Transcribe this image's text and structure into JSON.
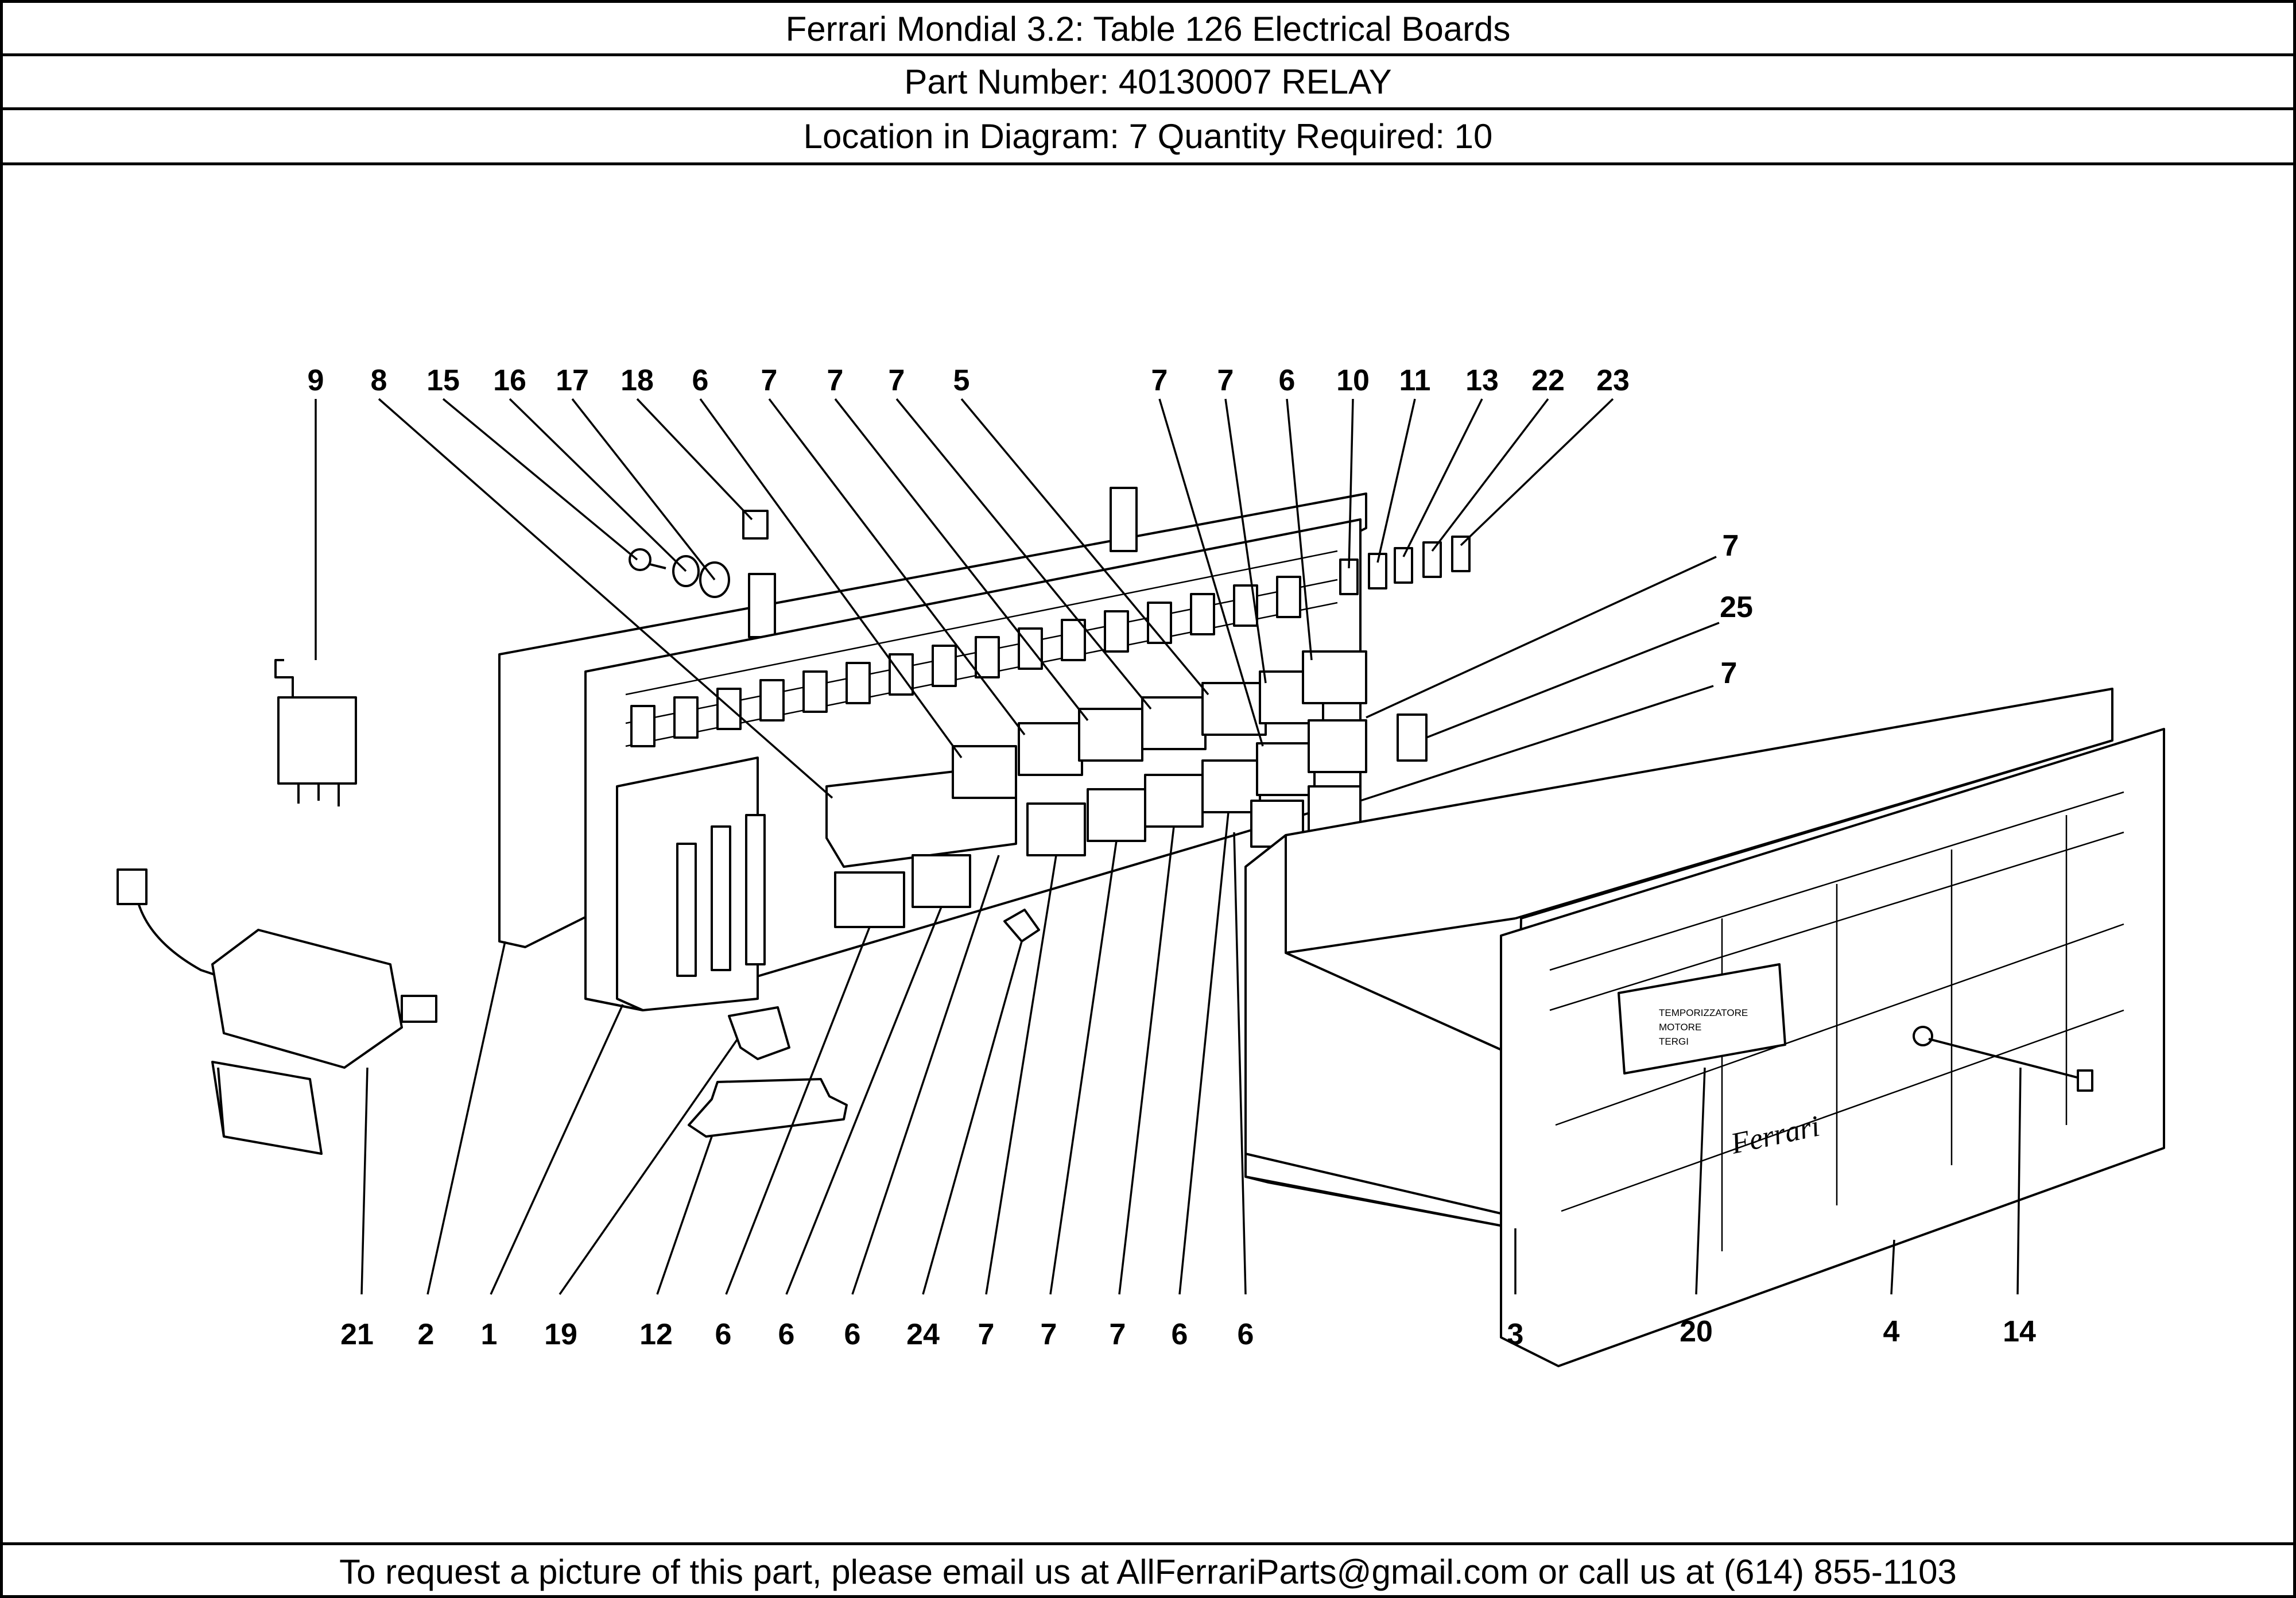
{
  "header": {
    "title_line": "Ferrari Mondial 3.2:   Table 126 Electrical Boards",
    "part_line": "Part Number: 40130007   RELAY",
    "location_line": "Location in Diagram: 7   Quantity Required: 10"
  },
  "footer": {
    "text": "To request a picture of this part, please email us at AllFerrariParts@gmail.com or call us at (614) 855-1103"
  },
  "diagram": {
    "top_callouts": [
      "9",
      "8",
      "15",
      "16",
      "17",
      "18",
      "6",
      "7",
      "7",
      "7",
      "5",
      "7",
      "7",
      "6",
      "10",
      "11",
      "13",
      "22",
      "23"
    ],
    "right_callouts": [
      "7",
      "25",
      "7"
    ],
    "bottom_callouts": [
      "21",
      "2",
      "1",
      "19",
      "12",
      "6",
      "6",
      "6",
      "24",
      "7",
      "7",
      "7",
      "6",
      "6",
      "3",
      "20",
      "4",
      "14"
    ],
    "label_plate_text": [
      "TEMPORIZZATORE",
      "MOTORE",
      "TERGI"
    ],
    "brand_text": "Ferrari"
  }
}
